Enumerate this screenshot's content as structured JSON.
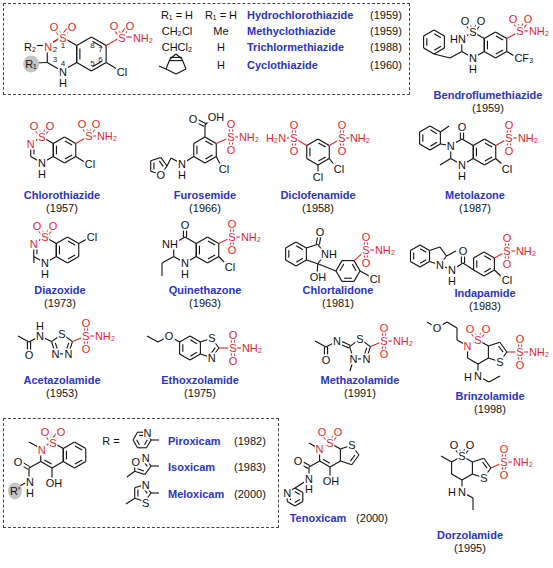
{
  "diagram": {
    "nodes": [
      {
        "text": [
          "O",
          "O",
          "S",
          "R₂",
          "N",
          "R₁",
          "N",
          "H",
          "1",
          "2",
          "3",
          "4",
          "5",
          "6",
          "7",
          "8",
          "O",
          "O",
          "S",
          "NH₂",
          "Cl",
          "R₁ = H",
          "R₁ = H",
          "CH₂Cl",
          "Me",
          "CHCl₂",
          "H",
          "H",
          "Hydrochlorothiazide",
          "(1959)",
          "Methyclothiazide",
          "(1959)",
          "Trichlormethiazide",
          "(1988)",
          "Cyclothiazide",
          "(1960)"
        ]
      },
      {
        "text": [
          "O",
          "O",
          "S",
          "N",
          "O",
          "N",
          "H",
          "R'",
          "OH",
          "R =",
          "N",
          "O",
          "N",
          "S",
          "N",
          "Piroxicam",
          "(1982)",
          "Isoxicam",
          "(1983)",
          "Meloxicam",
          "(2000)"
        ]
      }
    ],
    "labels": [
      "O",
      "O",
      "S",
      "HN",
      "N",
      "H",
      "O",
      "O",
      "S",
      "NH₂",
      "CF₃",
      "Bendroflumethiazide",
      "(1959)",
      "O",
      "O",
      "S",
      "N",
      "N",
      "H",
      "O",
      "O",
      "S",
      "NH₂",
      "Cl",
      "Chlorothiazide",
      "(1957)",
      "O",
      "OH",
      "O",
      "O",
      "S",
      "NH₂",
      "Cl",
      "N",
      "H",
      "O",
      "Furosemide",
      "(1966)",
      "O",
      "O",
      "S",
      "H₂N",
      "O",
      "O",
      "S",
      "NH₂",
      "Cl",
      "Cl",
      "Diclofenamide",
      "(1958)",
      "O",
      "N",
      "N",
      "H",
      "O",
      "O",
      "S",
      "NH₂",
      "Cl",
      "Metolazone",
      "(1987)",
      "O",
      "O",
      "S",
      "N",
      "N",
      "H",
      "Cl",
      "Diazoxide",
      "(1973)",
      "O",
      "NH",
      "N",
      "H",
      "O",
      "O",
      "S",
      "NH₂",
      "Cl",
      "Quinethazone",
      "(1963)",
      "O",
      "NH",
      "OH",
      "O",
      "O",
      "S",
      "NH₂",
      "Cl",
      "Chlortalidone",
      "(1981)",
      "N",
      "N",
      "H",
      "O",
      "O",
      "O",
      "S",
      "NH₂",
      "Cl",
      "Indapamide",
      "(1983)",
      "O",
      "N",
      "H",
      "S",
      "N",
      "N",
      "O",
      "O",
      "S",
      "NH₂",
      "Acetazolamide",
      "(1953)",
      "O",
      "S",
      "N",
      "O",
      "O",
      "S",
      "NH₂",
      "Ethoxzolamide",
      "(1975)",
      "O",
      "N",
      "S",
      "N",
      "N",
      "O",
      "O",
      "S",
      "NH₂",
      "Methazolamide",
      "(1991)",
      "O",
      "N",
      "O",
      "O",
      "S",
      "S",
      "O",
      "O",
      "S",
      "NH₂",
      "N",
      "H",
      "Brinzolamide",
      "(1998)",
      "O",
      "O",
      "S",
      "N",
      "O",
      "N",
      "H",
      "OH",
      "N",
      "S",
      "Tenoxicam",
      "(2000)",
      "O",
      "O",
      "S",
      "S",
      "O",
      "O",
      "S",
      "NH₂",
      "N",
      "H",
      "Dorzolamide",
      "(1995)"
    ]
  }
}
